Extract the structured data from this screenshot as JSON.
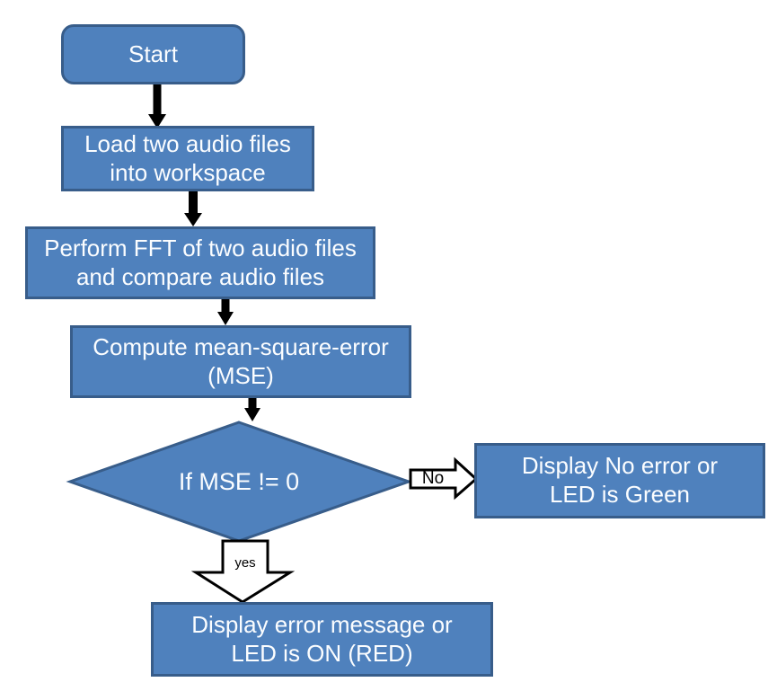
{
  "diagram": {
    "type": "flowchart",
    "colors": {
      "background": "#ffffff",
      "node_fill": "#4f81bd",
      "node_border": "#385d8a",
      "node_text": "#fbfdff",
      "connector": "#000000",
      "branch_arrow_fill": "#ffffff",
      "branch_arrow_border": "#000000",
      "branch_label_text": "#000000"
    },
    "nodes": {
      "start": {
        "shape": "rounded-rectangle",
        "label": "Start"
      },
      "load": {
        "shape": "rectangle",
        "lines": [
          "Load two audio files",
          "into workspace"
        ]
      },
      "fft": {
        "shape": "rectangle",
        "lines": [
          "Perform FFT of two audio files",
          "and compare audio files"
        ]
      },
      "mse": {
        "shape": "rectangle",
        "lines": [
          "Compute mean-square-error",
          "(MSE)"
        ]
      },
      "decision": {
        "shape": "diamond",
        "label": "If MSE != 0"
      },
      "no_result": {
        "shape": "rectangle",
        "lines": [
          "Display No error or",
          "LED is Green"
        ]
      },
      "yes_result": {
        "shape": "rectangle",
        "lines": [
          "Display error message or",
          "LED is ON (RED)"
        ]
      }
    },
    "edges": {
      "start_to_load": {
        "from": "start",
        "to": "load",
        "label": ""
      },
      "load_to_fft": {
        "from": "load",
        "to": "fft",
        "label": ""
      },
      "fft_to_mse": {
        "from": "fft",
        "to": "mse",
        "label": ""
      },
      "mse_to_decision": {
        "from": "mse",
        "to": "decision",
        "label": ""
      },
      "decision_no": {
        "from": "decision",
        "to": "no_result",
        "label": "No"
      },
      "decision_yes": {
        "from": "decision",
        "to": "yes_result",
        "label": "yes"
      }
    }
  }
}
